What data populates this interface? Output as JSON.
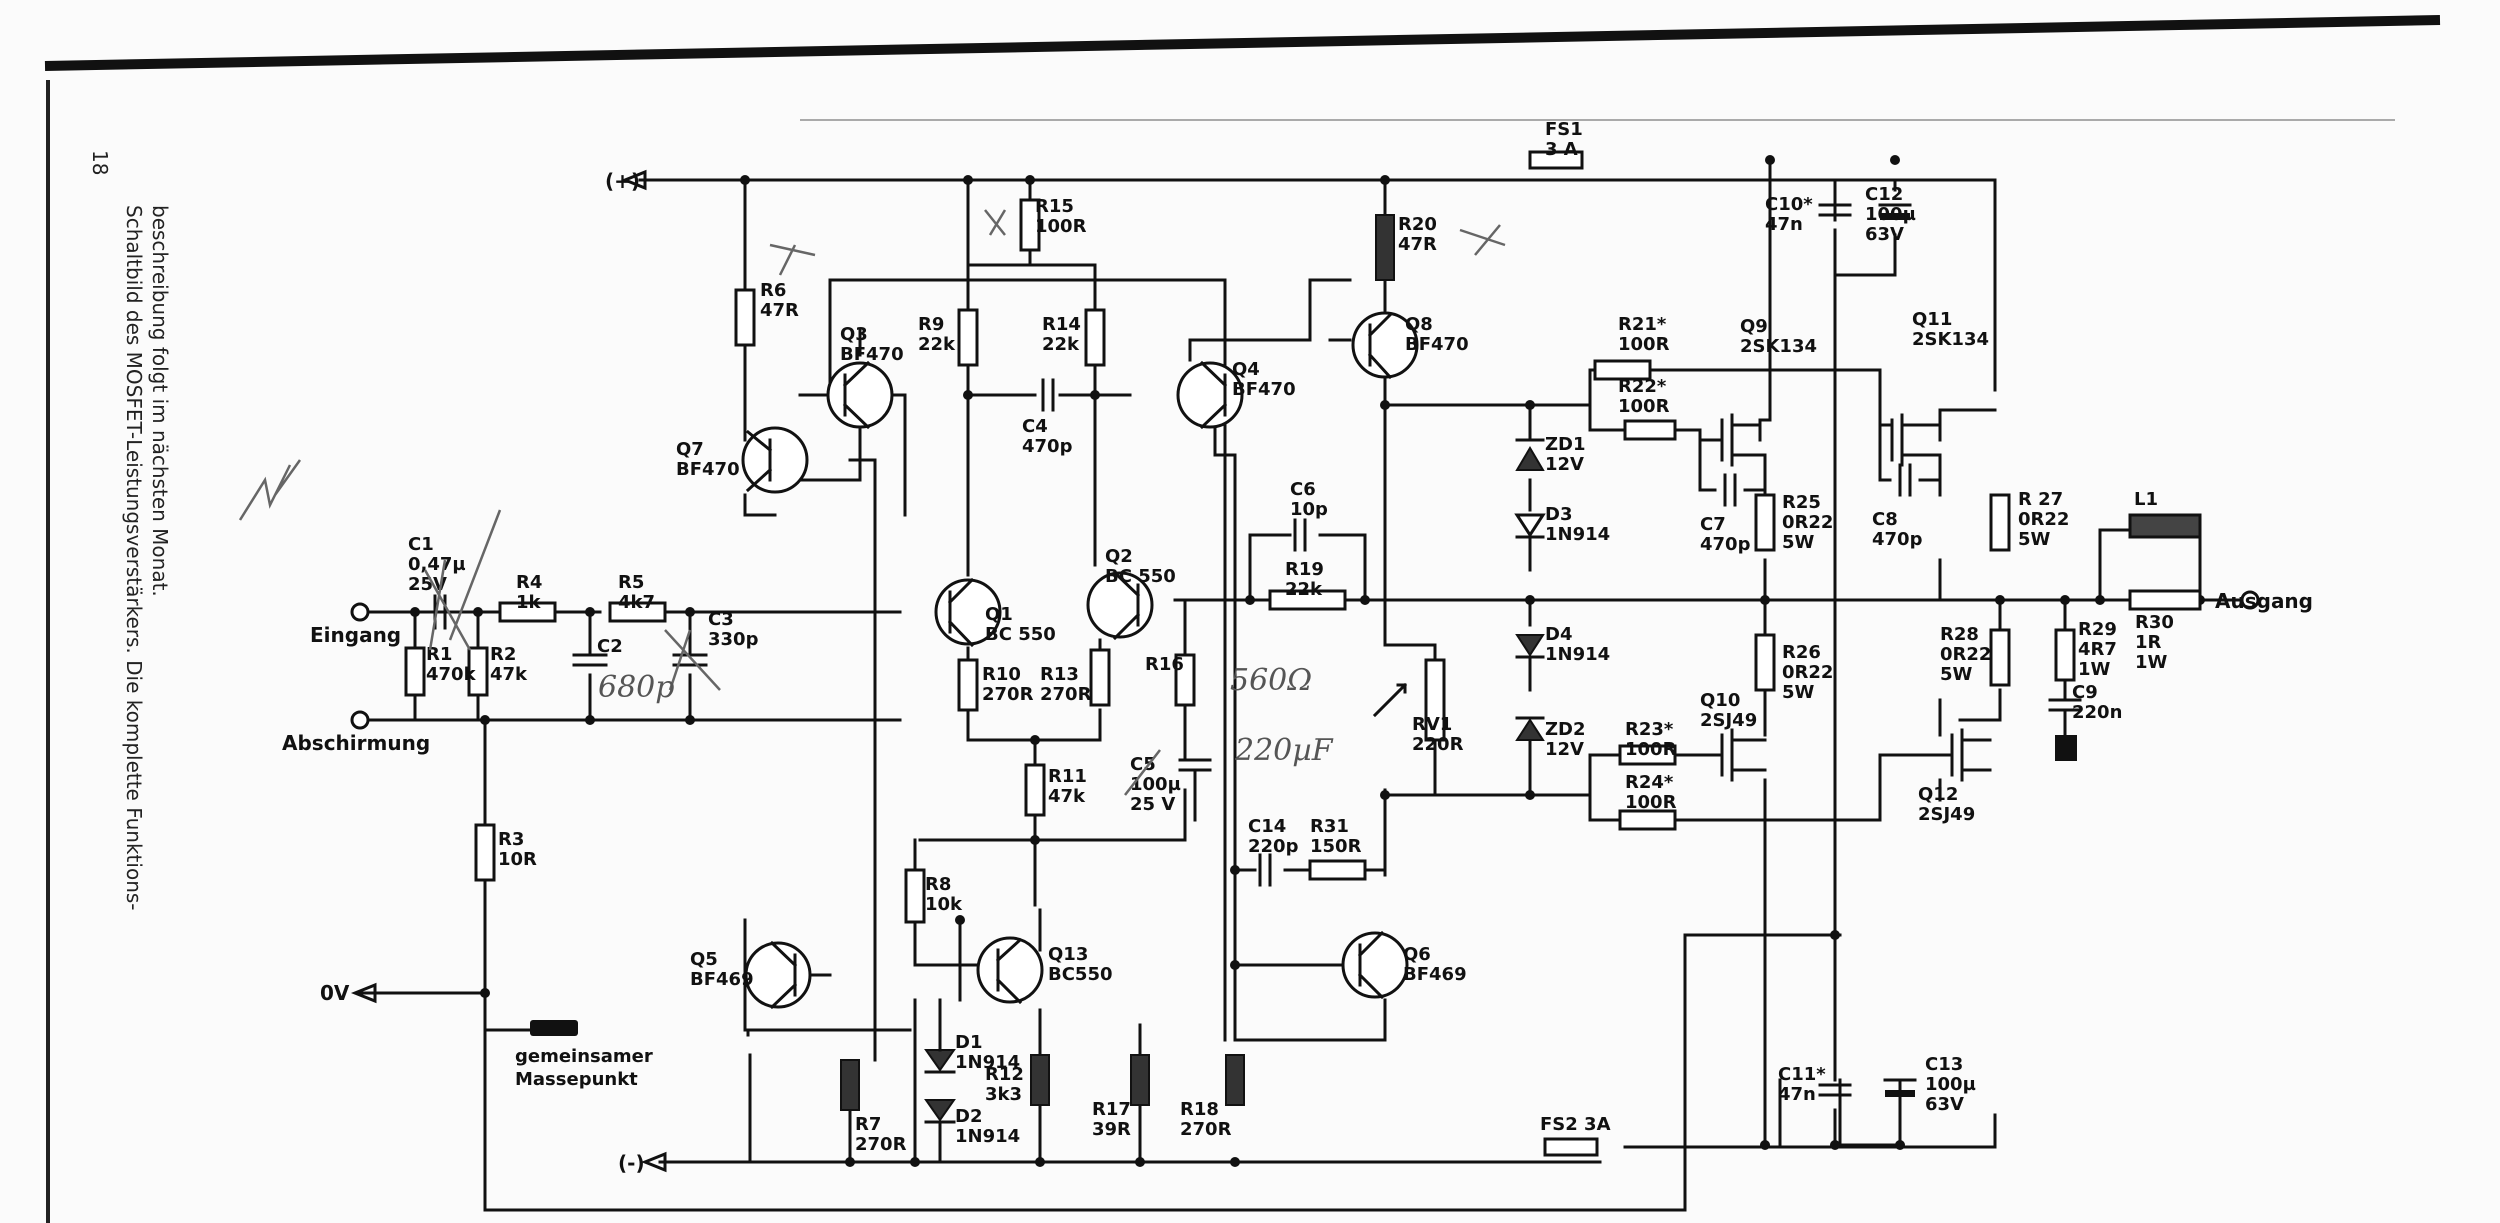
{
  "page_number": "18",
  "caption": {
    "line1": "Schaltbild des MOSFET-Leistungsverstärkers. Die komplette Funktions-",
    "line2": "beschreibung folgt im nächsten Monat."
  },
  "terminals": {
    "plus": "(+)",
    "minus": "(-)",
    "zero_v": "0V",
    "input": "Eingang",
    "shield": "Abschirmung",
    "output": "Ausgang",
    "ground1": "gemeinsamer",
    "ground2": "Massepunkt"
  },
  "labels": [
    {
      "id": "fs1",
      "lines": [
        "FS1",
        "3 A"
      ]
    },
    {
      "id": "fs2",
      "lines": [
        "FS2  3A"
      ]
    },
    {
      "id": "c10",
      "lines": [
        "C10*",
        "47n"
      ]
    },
    {
      "id": "c12",
      "lines": [
        "C12",
        "100µ",
        "63V"
      ]
    },
    {
      "id": "r15",
      "lines": [
        "R15",
        "100R"
      ]
    },
    {
      "id": "r20",
      "lines": [
        "R20",
        "47R"
      ]
    },
    {
      "id": "r6",
      "lines": [
        "R6",
        "47R"
      ]
    },
    {
      "id": "q3",
      "lines": [
        "Q3",
        "BF470"
      ]
    },
    {
      "id": "r9",
      "lines": [
        "R9",
        "22k"
      ]
    },
    {
      "id": "r14",
      "lines": [
        "R14",
        "22k"
      ]
    },
    {
      "id": "q4",
      "lines": [
        "Q4",
        "BF470"
      ]
    },
    {
      "id": "c4",
      "lines": [
        "C4",
        "470p"
      ]
    },
    {
      "id": "q8",
      "lines": [
        "Q8",
        "BF470"
      ]
    },
    {
      "id": "q7",
      "lines": [
        "Q7",
        "BF470"
      ]
    },
    {
      "id": "r21",
      "lines": [
        "R21*",
        "100R"
      ]
    },
    {
      "id": "r22",
      "lines": [
        "R22*",
        "100R"
      ]
    },
    {
      "id": "q9",
      "lines": [
        "Q9",
        "2SK134"
      ]
    },
    {
      "id": "q11",
      "lines": [
        "Q11",
        "2SK134"
      ]
    },
    {
      "id": "zd1",
      "lines": [
        "ZD1",
        "12V"
      ]
    },
    {
      "id": "d3",
      "lines": [
        "D3",
        "1N914"
      ]
    },
    {
      "id": "c7",
      "lines": [
        "C7",
        "470p"
      ]
    },
    {
      "id": "c8",
      "lines": [
        "C8",
        "470p"
      ]
    },
    {
      "id": "r25",
      "lines": [
        "R25",
        "0R22",
        "5W"
      ]
    },
    {
      "id": "r27",
      "lines": [
        "R 27",
        "0R22",
        "5W"
      ]
    },
    {
      "id": "l1",
      "lines": [
        "L1"
      ]
    },
    {
      "id": "c6",
      "lines": [
        "C6",
        "10p"
      ]
    },
    {
      "id": "r19",
      "lines": [
        "R19",
        "22k"
      ]
    },
    {
      "id": "q2",
      "lines": [
        "Q2",
        "BC 550"
      ]
    },
    {
      "id": "q1",
      "lines": [
        "Q1",
        "BC 550"
      ]
    },
    {
      "id": "c1",
      "lines": [
        "C1",
        "0,47µ",
        "25V"
      ]
    },
    {
      "id": "r4",
      "lines": [
        "R4",
        "1k"
      ]
    },
    {
      "id": "r5",
      "lines": [
        "R5",
        "4k7"
      ]
    },
    {
      "id": "c3",
      "lines": [
        "C3",
        "330p"
      ]
    },
    {
      "id": "c2",
      "lines": [
        "C2"
      ]
    },
    {
      "id": "r1",
      "lines": [
        "R1",
        "470k"
      ]
    },
    {
      "id": "r2",
      "lines": [
        "R2",
        "47k"
      ]
    },
    {
      "id": "r10",
      "lines": [
        "R10",
        "270R"
      ]
    },
    {
      "id": "r13",
      "lines": [
        "R13",
        "270R"
      ]
    },
    {
      "id": "r16",
      "lines": [
        "R16"
      ]
    },
    {
      "id": "c5",
      "lines": [
        "C5",
        "100µ",
        "25 V"
      ]
    },
    {
      "id": "d4",
      "lines": [
        "D4",
        "1N914"
      ]
    },
    {
      "id": "zd2",
      "lines": [
        "ZD2",
        "12V"
      ]
    },
    {
      "id": "rv1",
      "lines": [
        "RV1",
        "220R"
      ]
    },
    {
      "id": "r26",
      "lines": [
        "R26",
        "0R22",
        "5W"
      ]
    },
    {
      "id": "r28",
      "lines": [
        "R28",
        "0R22",
        "5W"
      ]
    },
    {
      "id": "r29",
      "lines": [
        "R29",
        "4R7",
        "1W"
      ]
    },
    {
      "id": "r30",
      "lines": [
        "R30",
        "1R",
        "1W"
      ]
    },
    {
      "id": "c9",
      "lines": [
        "C9",
        "220n"
      ]
    },
    {
      "id": "r23",
      "lines": [
        "R23*",
        "100R"
      ]
    },
    {
      "id": "r24",
      "lines": [
        "R24*",
        "100R"
      ]
    },
    {
      "id": "q10",
      "lines": [
        "Q10",
        "2SJ49"
      ]
    },
    {
      "id": "q12",
      "lines": [
        "Q12",
        "2SJ49"
      ]
    },
    {
      "id": "r11",
      "lines": [
        "R11",
        "47k"
      ]
    },
    {
      "id": "c14",
      "lines": [
        "C14",
        "220p"
      ]
    },
    {
      "id": "r31",
      "lines": [
        "R31",
        "150R"
      ]
    },
    {
      "id": "r3",
      "lines": [
        "R3",
        "10R"
      ]
    },
    {
      "id": "r8",
      "lines": [
        "R8",
        "10k"
      ]
    },
    {
      "id": "q13",
      "lines": [
        "Q13",
        "BC550"
      ]
    },
    {
      "id": "q5",
      "lines": [
        "Q5",
        "BF469"
      ]
    },
    {
      "id": "q6",
      "lines": [
        "Q6",
        "BF469"
      ]
    },
    {
      "id": "d1",
      "lines": [
        "D1",
        "1N914"
      ]
    },
    {
      "id": "d2",
      "lines": [
        "D2",
        "1N914"
      ]
    },
    {
      "id": "r12",
      "lines": [
        "R12",
        "3k3"
      ]
    },
    {
      "id": "r17",
      "lines": [
        "R17",
        "39R"
      ]
    },
    {
      "id": "r18",
      "lines": [
        "R18",
        "270R"
      ]
    },
    {
      "id": "r7",
      "lines": [
        "R7",
        "270R"
      ]
    },
    {
      "id": "c11",
      "lines": [
        "C11*",
        "47n"
      ]
    },
    {
      "id": "c13",
      "lines": [
        "C13",
        "100µ",
        "63V"
      ]
    }
  ],
  "handwritten": {
    "c2_value": "680p",
    "r16_value": "560Ω",
    "c5_value": "220µF"
  }
}
